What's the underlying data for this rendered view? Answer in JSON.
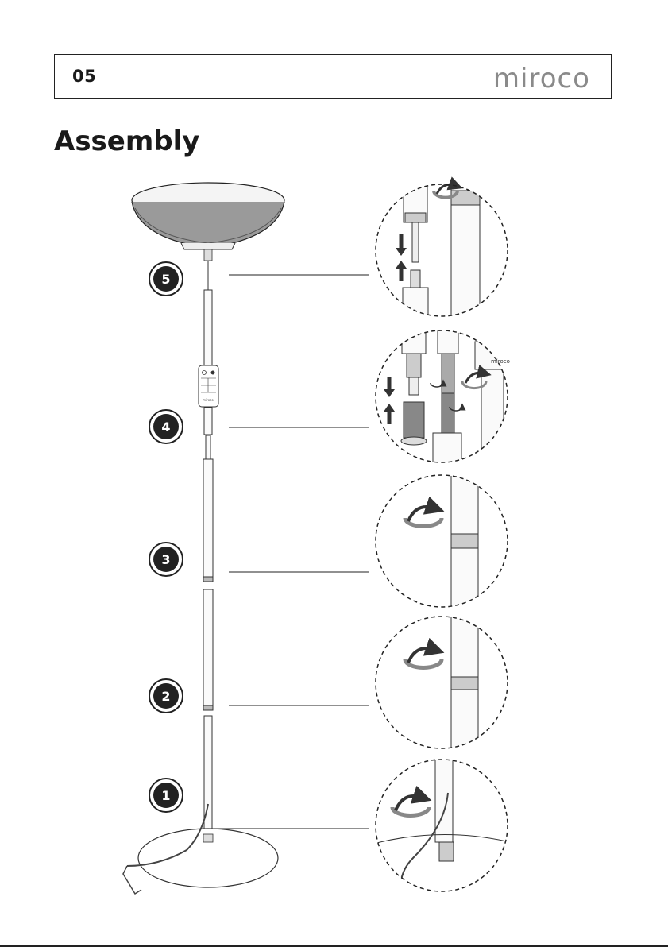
{
  "header": {
    "page_number": "05",
    "brand": "miroco"
  },
  "title": "Assembly",
  "remote_brand": "miroco",
  "steps": [
    {
      "number": "5"
    },
    {
      "number": "4"
    },
    {
      "number": "3"
    },
    {
      "number": "2"
    },
    {
      "number": "1"
    }
  ]
}
